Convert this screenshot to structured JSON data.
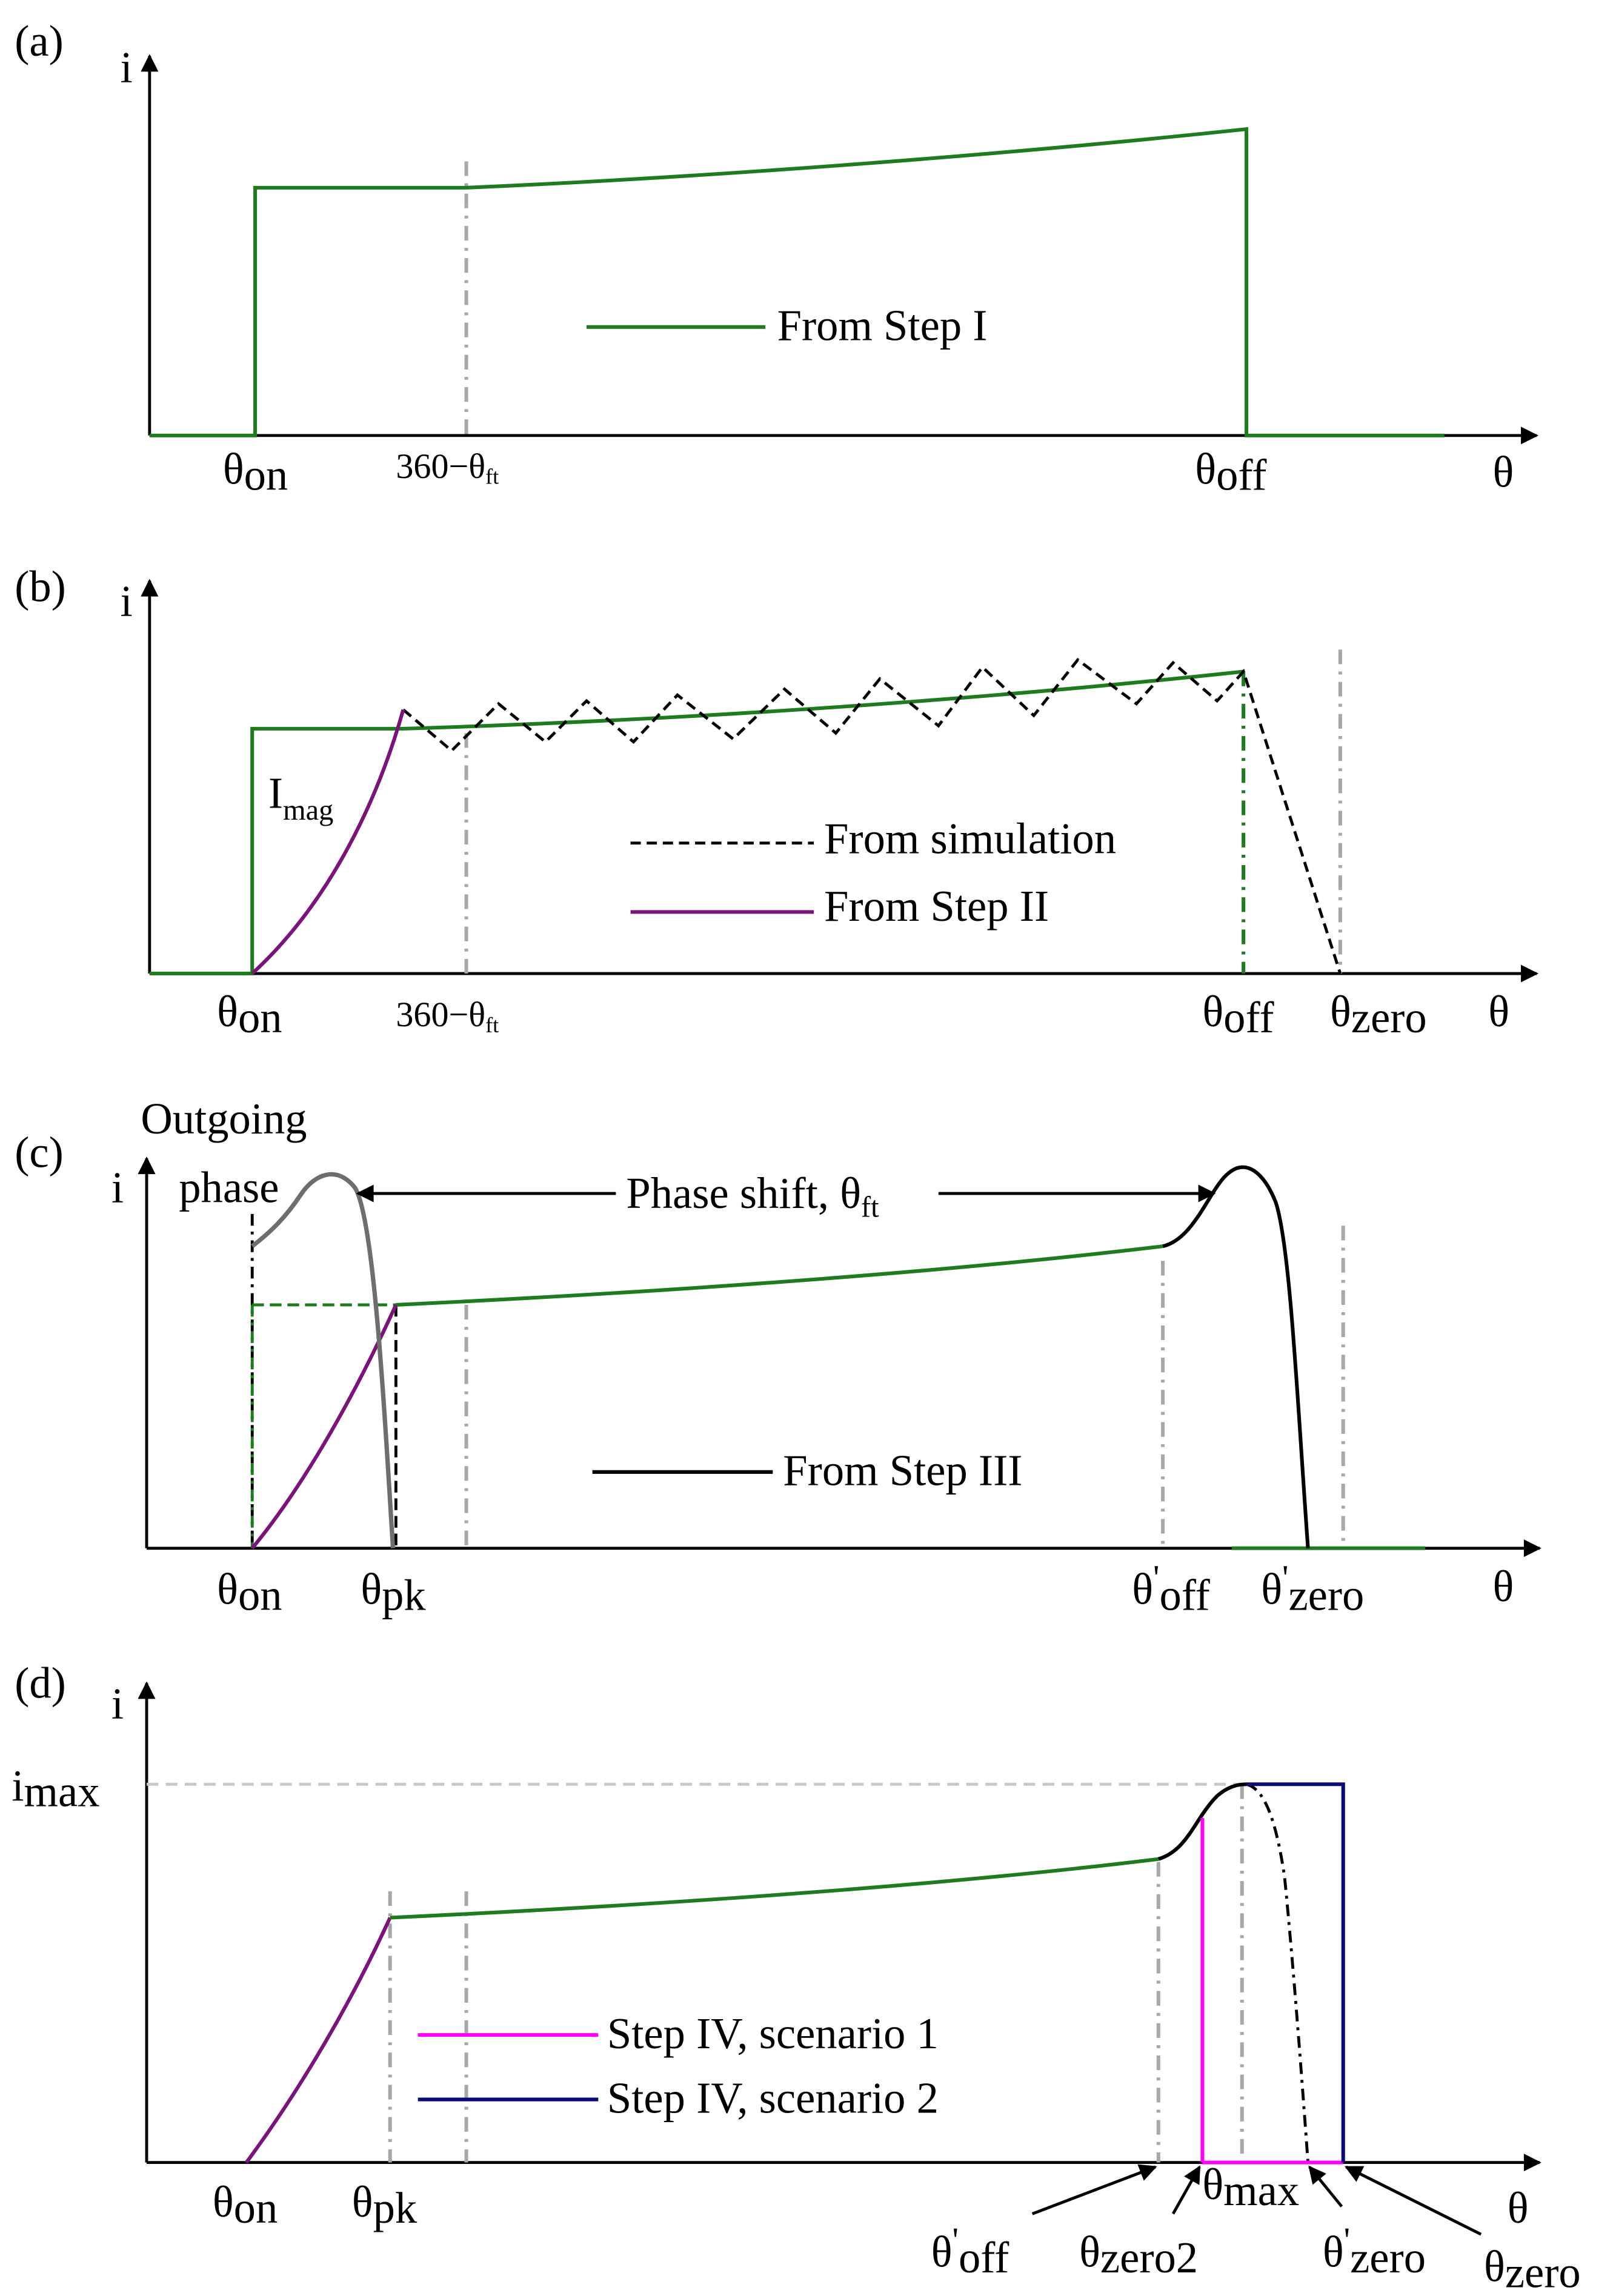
{
  "colors": {
    "green": "#1e7b1e",
    "purple": "#7a147a",
    "black": "#000000",
    "gray_curve": "#6e6e6e",
    "gray_dashdot": "#a8a8a8",
    "magenta": "#ff00ff",
    "navy": "#0a0a78"
  },
  "axis": {
    "y": "i",
    "x": "θ"
  },
  "sub": {
    "on": "on",
    "off": "off",
    "zero": "zero",
    "pk": "pk",
    "max": "max",
    "zero2": "zero2",
    "mag": "mag",
    "ft": "ft"
  },
  "greek": {
    "theta": "θ",
    "prime": "'"
  },
  "panels": {
    "a": {
      "label": "(a)",
      "tick_360": "360−",
      "legend": "From Step I"
    },
    "b": {
      "label": "(b)",
      "tick_360": "360−",
      "imag": "I",
      "legend_sim": "From simulation",
      "legend_step2": "From Step II"
    },
    "c": {
      "label": "(c)",
      "outgoing_1": "Outgoing",
      "outgoing_2": "phase",
      "phase_shift": "Phase shift, ",
      "legend": "From Step III"
    },
    "d": {
      "label": "(d)",
      "imax_i": "i",
      "legend_s1": "Step IV, scenario 1",
      "legend_s2": "Step IV, scenario 2"
    }
  }
}
